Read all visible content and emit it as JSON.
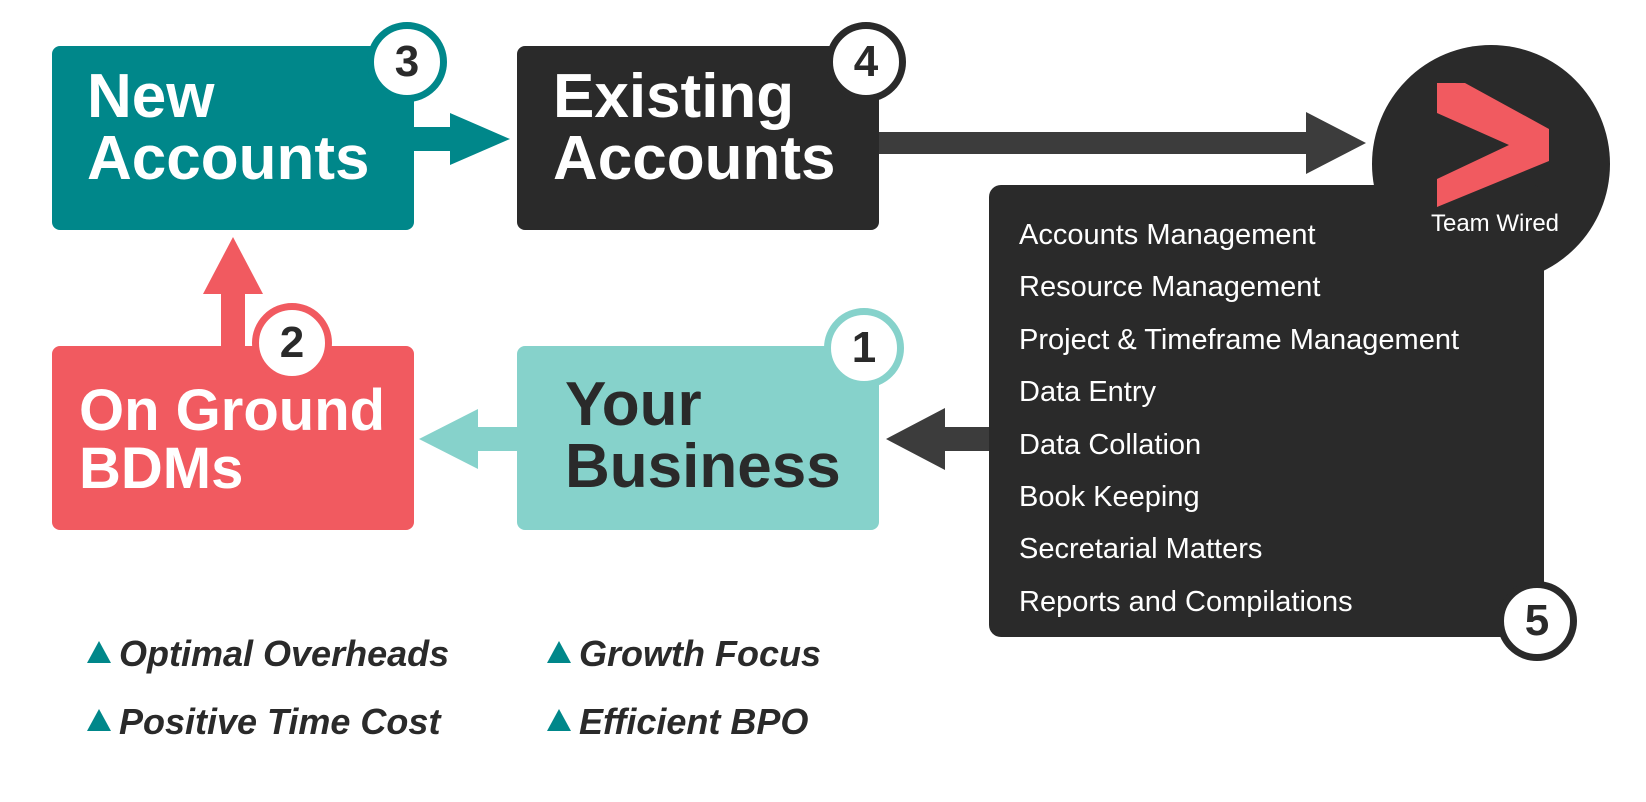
{
  "colors": {
    "teal": "#00878A",
    "dark": "#2A2A2A",
    "coral": "#F15A60",
    "light_teal": "#86D2CB",
    "white": "#ffffff"
  },
  "steps": {
    "your_business": {
      "number": "1",
      "line1": "Your",
      "line2": "Business"
    },
    "on_ground_bdms": {
      "number": "2",
      "line1": "On Ground",
      "line2": "BDMs"
    },
    "new_accounts": {
      "number": "3",
      "line1": "New",
      "line2": "Accounts"
    },
    "existing_accounts": {
      "number": "4",
      "line1": "Existing",
      "line2": "Accounts"
    },
    "services": {
      "number": "5"
    }
  },
  "brand": {
    "name": "Team Wired",
    "icon": "chevron-right-icon"
  },
  "services": [
    "Accounts Management",
    "Resource Management",
    "Project & Timeframe Management",
    "Data Entry",
    "Data Collation",
    "Book Keeping",
    "Secretarial Matters",
    "Reports and Compilations"
  ],
  "benefits": [
    "Optimal Overheads",
    "Positive Time Cost",
    "Growth Focus",
    "Efficient BPO"
  ]
}
